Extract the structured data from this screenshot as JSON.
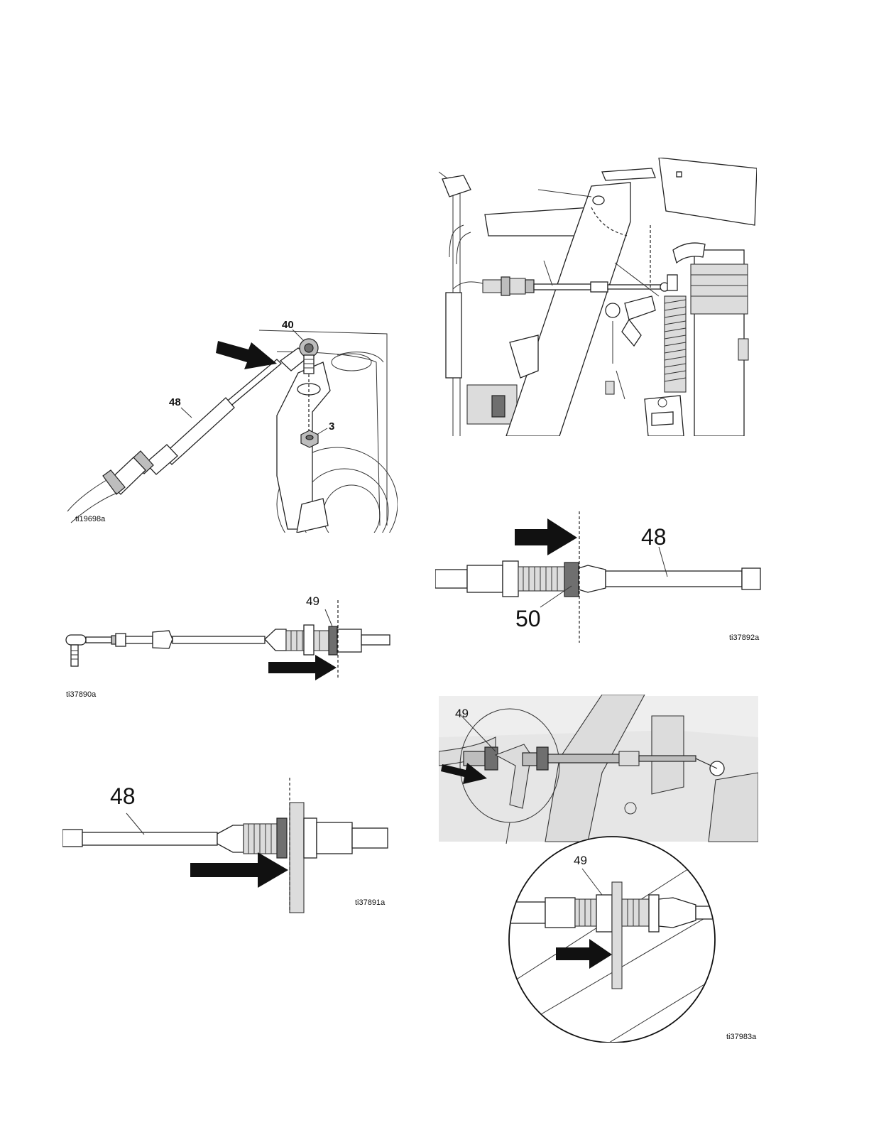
{
  "figures": {
    "fig1": {
      "id": "ti19698a",
      "callouts": [
        "40",
        "48",
        "3"
      ]
    },
    "fig2": {
      "id": "ti37890a",
      "callouts": [
        "49"
      ]
    },
    "fig3": {
      "id": "ti37891a",
      "callouts": [
        "48"
      ]
    },
    "fig4": {
      "id": "",
      "callouts": []
    },
    "fig5": {
      "id": "ti37892a",
      "callouts": [
        "48",
        "50"
      ]
    },
    "fig6": {
      "id": "ti37983a",
      "callouts": [
        "49",
        "49"
      ]
    }
  },
  "icons": [
    "arrow-icon",
    "cable-icon",
    "ball-joint-icon",
    "nut-icon",
    "bracket-icon"
  ]
}
